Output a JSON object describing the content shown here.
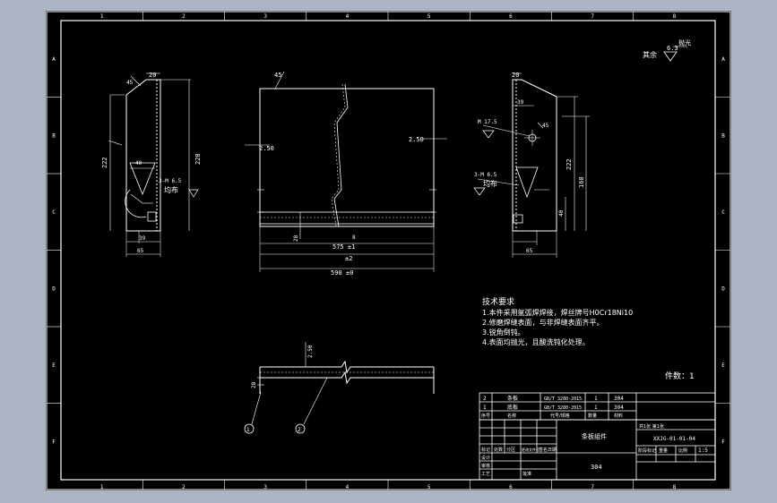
{
  "drawing": {
    "colors": {
      "background": "#aab4c2",
      "sheet": "#000000",
      "line": "#ffffff"
    },
    "zone_columns": [
      "1",
      "2",
      "3",
      "4",
      "5",
      "6",
      "7",
      "8"
    ],
    "zone_rows": [
      "A",
      "B",
      "C",
      "D",
      "E",
      "F"
    ],
    "roughness_note": {
      "label": "其余",
      "value": "6.3",
      "suffix": "抛光"
    },
    "front_view": {
      "dims": [
        "20",
        "222",
        "228",
        "40",
        "39",
        "65",
        "45"
      ],
      "weld_note": "3-M 6.5",
      "weld_label": "均布"
    },
    "top_view": {
      "dims": [
        "45",
        "2.50",
        "2.50",
        "8",
        "575 ±1",
        "±2",
        "590 ±0",
        "28"
      ]
    },
    "side_view": {
      "dims": [
        "20",
        "39",
        "222",
        "160",
        "40",
        "65",
        "45"
      ],
      "hole_note": "M 17.5",
      "weld_note": "3-M 6.5",
      "weld_label": "均布"
    },
    "technical_requirements": {
      "title": "技术要求",
      "items": [
        "1.本件采用氩弧焊焊接，焊丝牌号H0Cr18Ni10",
        "2.修磨焊缝表面，与非焊缝表面齐平。",
        "3.锐角倒钝。",
        "4.表面均抛光，且酸洗钝化处理。"
      ]
    },
    "section_view": {
      "dims": [
        "2.50",
        "28"
      ],
      "balloons": [
        "1",
        "2"
      ]
    },
    "piece_count": "件数：1",
    "bom": {
      "rows": [
        {
          "no": "2",
          "name": "条板",
          "spec": "GB/T 3280-2015",
          "qty": "1",
          "material": "304"
        },
        {
          "no": "1",
          "name": "底板",
          "spec": "GB/T 3280-2015",
          "qty": "1",
          "material": "304"
        },
        {
          "no": "序号",
          "name": "名称",
          "spec": "代号/规格",
          "qty": "数量",
          "material": "材料"
        }
      ]
    },
    "title_block": {
      "part_name": "条板组件",
      "material_code": "304",
      "drawing_no": "XXJG-01-01-04",
      "scale": "1:5",
      "sheet": "共1张  第1张",
      "roles": [
        "标记",
        "处数",
        "分区",
        "更改文件号",
        "签名",
        "日期"
      ],
      "staff": [
        "设计",
        "审核",
        "工艺",
        "批准"
      ],
      "stage_labels": [
        "阶段标记",
        "重量",
        "比例"
      ]
    }
  }
}
